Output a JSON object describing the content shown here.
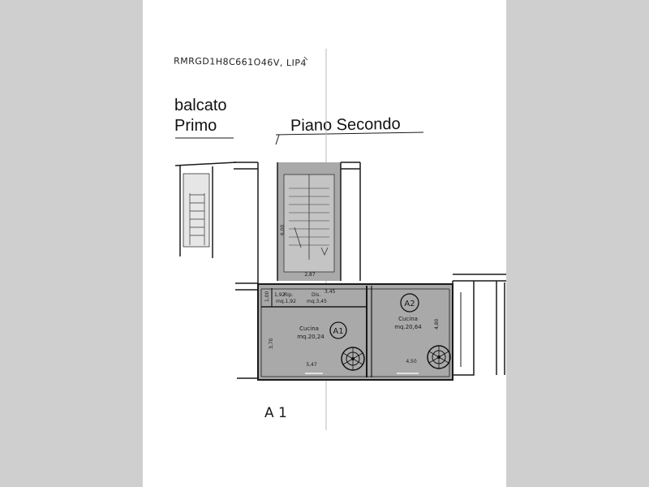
{
  "document": {
    "code_line": "RMRGD1H8C661O46V, LIP4",
    "mezzanine_title_line1": "balcato",
    "mezzanine_title_line2": "Primo",
    "floor_title": "Piano Secondo",
    "footer_label": "A 1"
  },
  "plan_labels": {
    "stair_width": "2,87",
    "stair_length": "6,00",
    "disimpegno_width": "3,45",
    "ripostiglio_name": "Rip.",
    "ripostiglio_area": "mq.1,92",
    "ripostiglio_dim_top": "1,92",
    "ripostiglio_dim_side": "1,00",
    "disimpegno_name": "Dis.",
    "disimpegno_area": "mq.3,45",
    "a1_name": "Cucina",
    "a1_area": "mq.20,24",
    "a1_tag": "A1",
    "a1_width": "5,47",
    "a1_depth": "3,70",
    "a2_name": "Cucina",
    "a2_area": "mq.20,64",
    "a2_tag": "A2",
    "a2_width": "4,50",
    "a2_depth": "4,80"
  },
  "colors": {
    "page_background": "#cfcfcf",
    "sheet": "#ffffff",
    "room_fill": "#a9a9a9",
    "wall": "#1a1a1a"
  }
}
